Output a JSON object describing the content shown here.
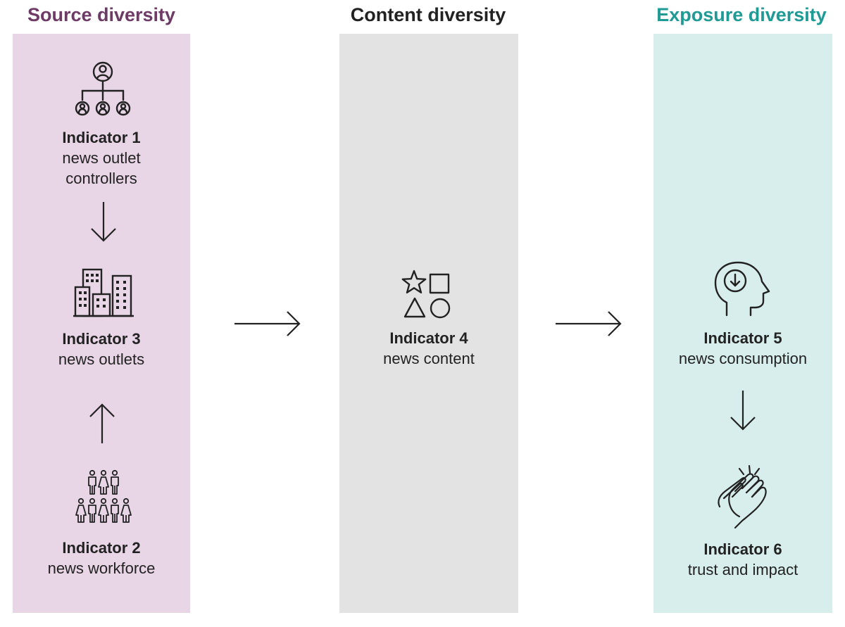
{
  "columns": [
    {
      "title": "Source diversity",
      "title_color": "#6e3a66",
      "panel_color": "#e8d5e6"
    },
    {
      "title": "Content diversity",
      "title_color": "#222222",
      "panel_color": "#e3e3e3"
    },
    {
      "title": "Exposure diversity",
      "title_color": "#1f9a94",
      "panel_color": "#d7eeec"
    }
  ],
  "indicators": {
    "i1": {
      "title": "Indicator 1",
      "line1": "news outlet",
      "line2": "controllers",
      "icon": "org-chart-icon"
    },
    "i3": {
      "title": "Indicator 3",
      "line1": "news outlets",
      "icon": "buildings-icon"
    },
    "i2": {
      "title": "Indicator 2",
      "line1": "news workforce",
      "icon": "people-group-icon"
    },
    "i4": {
      "title": "Indicator 4",
      "line1": "news content",
      "icon": "shapes-icon"
    },
    "i5": {
      "title": "Indicator 5",
      "line1": "news consumption",
      "icon": "head-icon"
    },
    "i6": {
      "title": "Indicator 6",
      "line1": "trust and impact",
      "icon": "clapping-hands-icon"
    }
  },
  "colors": {
    "stroke": "#222222"
  }
}
